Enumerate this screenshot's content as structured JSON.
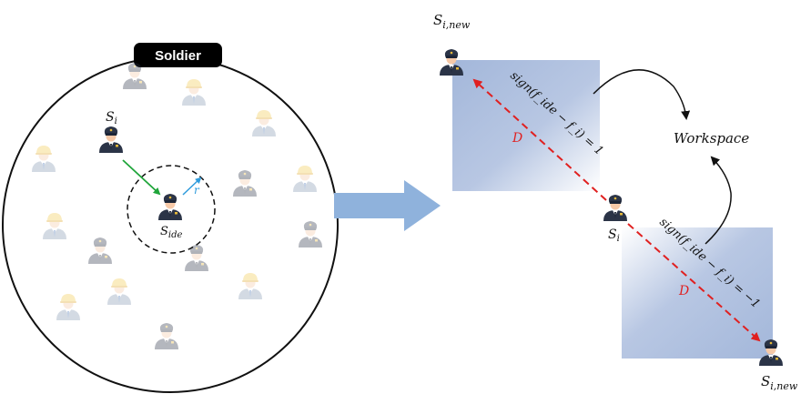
{
  "soldier_label": "Soldier",
  "left_panel": {
    "si_label": "S",
    "si_sub": "i",
    "side_label": "S",
    "side_sub": "ide",
    "radius_label": "r"
  },
  "right_panel": {
    "si_label": "S",
    "si_sub": "i",
    "top_new_label": "S",
    "top_new_sub": "i,new",
    "bottom_new_label": "S",
    "bottom_new_sub": "i,new",
    "workspace_label": "Workspace",
    "upper_equation": "sign(f_ide − f_i) = 1",
    "lower_equation": "sign(f_ide − f_i) = −1",
    "distance_upper": "D",
    "distance_lower": "D"
  },
  "colors": {
    "police_uniform": "#2b3447",
    "worker_helmet": "#f2c94c",
    "faded_opacity": 0.35,
    "move_arrow": "#1fa53a",
    "radius_arrow": "#2e9bdc",
    "direction_arrow": "#e02020",
    "main_arrow": "#8fb2dc",
    "square_fill": "#a7badb"
  },
  "icons": [
    "police-officer-icon",
    "construction-worker-icon",
    "soldier-tag"
  ]
}
